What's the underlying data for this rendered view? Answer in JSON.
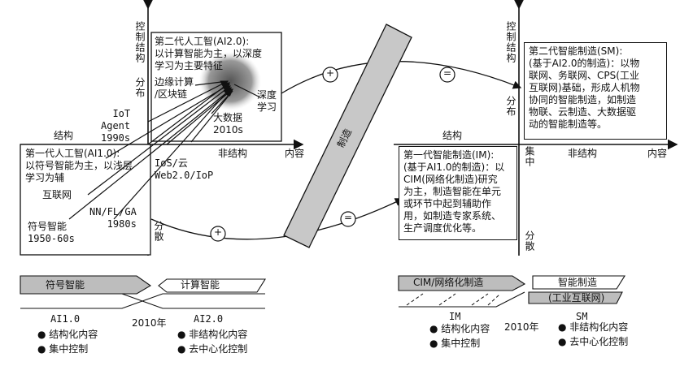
{
  "left_panel": {
    "axis_vertical_top": "控制结构",
    "axis_vertical_mid": "分布",
    "axis_vertical_bottom": "分散",
    "axis_horizontal_left": "结构",
    "axis_horizontal_mid": "非结构",
    "axis_horizontal_right": "内容",
    "box_ai2": "第二代人工智(AI2.0):\n以计算智能为主，以深度\n学习为主要特征",
    "box_ai1": "第一代人工智(AI1.0):\n以符号智能为主，以浅层\n学习为辅",
    "label_edge": "边缘计算\n/区块链",
    "label_deep": "深度\n学习",
    "label_bigdata": "大数据\n2010s",
    "label_iot": "IoT\nAgent\n1990s",
    "label_ios": "IoS/云\nWeb2.0/IoP",
    "label_internet": "互联网",
    "label_nn": "NN/FL/GA\n1980s",
    "label_symbolic": "符号智能\n1950-60s"
  },
  "right_panel": {
    "axis_vertical_top": "控制结构",
    "axis_vertical_mid": "分布",
    "axis_vertical_center": "集中",
    "axis_vertical_bottom": "分散",
    "axis_horizontal_left": "结构",
    "axis_horizontal_mid": "非结构",
    "axis_horizontal_right": "内容",
    "box_sm": "第二代智能制造(SM):\n(基于AI2.0的制造)：以物\n联网、务联网、CPS(工业\n互联网)基础，形成人机物\n协同的智能制造，如制造\n物联、云制造、大数据驱\n动的智能制造等。",
    "box_im": "第一代智能制造(IM):\n(基于AI1.0的制造)：以\nCIM(网络化制造)研究\n为主，制造智能在单元\n或环节中起到辅助作\n用，如制造专家系统、\n生产调度优化等。"
  },
  "middle": {
    "band_label": "制造",
    "plus_top": "+",
    "equals_top": "=",
    "plus_bottom": "+",
    "equals_bottom": "="
  },
  "timeline_left": {
    "bar_old": "符号智能",
    "bar_new": "计算智能",
    "label_old": "AI1.0",
    "label_year": "2010年",
    "label_new": "AI2.0",
    "old_items": [
      "结构化内容",
      "集中控制"
    ],
    "new_items": [
      "非结构化内容",
      "去中心化控制"
    ]
  },
  "timeline_right": {
    "bar_old": "CIM/网络化制造",
    "bar_new": "智能制造",
    "bar_new_sub": "(工业互联网)",
    "label_old": "IM",
    "label_year": "2010年",
    "label_new": "SM",
    "old_items": [
      "结构化内容",
      "集中控制"
    ],
    "new_items": [
      "非结构化内容",
      "去中心化控制"
    ]
  },
  "colors": {
    "ink": "#111111",
    "grey_bar": "#bdbdbd",
    "band_fill": "#c8c8c8"
  }
}
